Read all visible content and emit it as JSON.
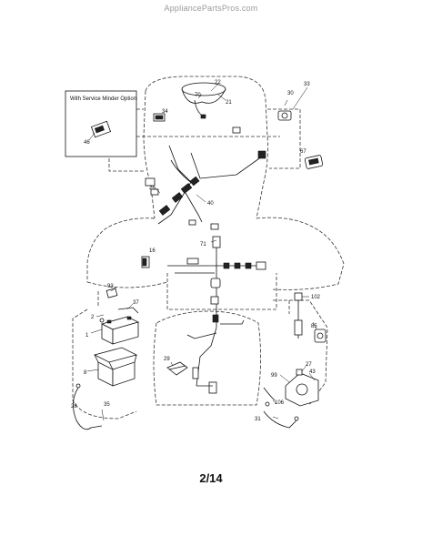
{
  "watermark": "AppliancePartsPros.com",
  "page_number": "2/14",
  "option_box": {
    "title": "With Service Minder Option",
    "part": "46"
  },
  "callouts": {
    "c22": "22",
    "c70": "70",
    "c21": "21",
    "c34": "34",
    "c30": "30",
    "c33": "33",
    "c67": "67",
    "c26": "26",
    "c40": "40",
    "c16": "16",
    "c71": "71",
    "c93": "93",
    "c37": "37",
    "c2": "2",
    "c1": "1",
    "c8": "8",
    "c29": "29",
    "c102": "102",
    "c85": "85",
    "c27": "27",
    "c43": "43",
    "c99": "99",
    "c106": "106",
    "c28": "28",
    "c35": "35",
    "c31": "31"
  }
}
